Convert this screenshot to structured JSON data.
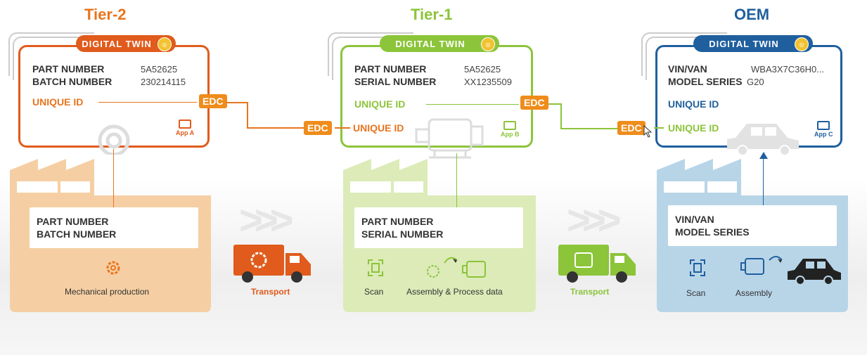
{
  "tiers": [
    {
      "title": "Tier-2",
      "badge": "DIGITAL TWIN",
      "fields": [
        {
          "label": "PART NUMBER",
          "value": "5A52625"
        },
        {
          "label": "BATCH NUMBER",
          "value": "230214115"
        }
      ],
      "unique_id": "UNIQUE ID",
      "edc": "EDC",
      "app": "App A",
      "factory_fields": [
        "PART NUMBER",
        "BATCH NUMBER"
      ],
      "captions": [
        "Mechanical production"
      ],
      "color": "#e05b1c"
    },
    {
      "title": "Tier-1",
      "badge": "DIGITAL TWIN",
      "fields": [
        {
          "label": "PART NUMBER",
          "value": "5A52625"
        },
        {
          "label": "SERIAL NUMBER",
          "value": "XX1235509"
        }
      ],
      "unique_id": "UNIQUE ID",
      "edc_in": "EDC",
      "edc_out": "EDC",
      "app": "App B",
      "factory_fields": [
        "PART NUMBER",
        "SERIAL NUMBER"
      ],
      "captions": [
        "Scan",
        "Assembly & Process data"
      ],
      "color": "#8cc43a"
    },
    {
      "title": "OEM",
      "badge": "DIGITAL TWIN",
      "fields": [
        {
          "label": "VIN/VAN",
          "value": "WBA3X7C36H0..."
        },
        {
          "label": "MODEL SERIES",
          "value": "G20"
        }
      ],
      "unique_id": "UNIQUE ID",
      "unique_id_in": "UNIQUE ID",
      "edc": "EDC",
      "app": "App C",
      "factory_fields": [
        "VIN/VAN",
        "MODEL SERIES"
      ],
      "captions": [
        "Scan",
        "Assembly"
      ],
      "color": "#1f5f9e"
    }
  ],
  "transport": [
    {
      "label": "Transport",
      "color": "#e05b1c"
    },
    {
      "label": "Transport",
      "color": "#8cc43a"
    }
  ]
}
